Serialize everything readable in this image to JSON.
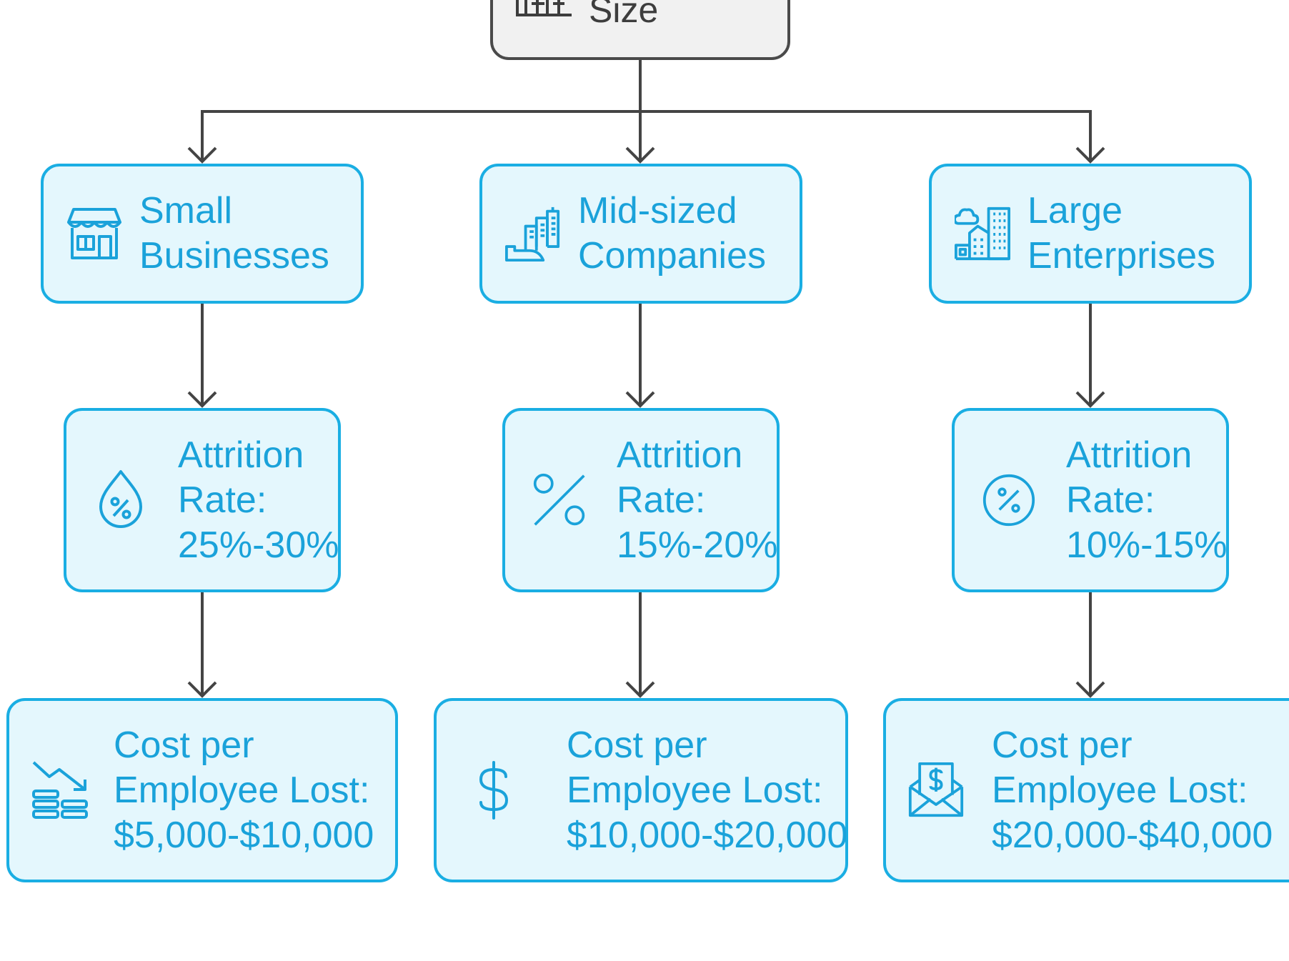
{
  "colors": {
    "node_border": "#1aaee3",
    "node_fill": "#e4f7fd",
    "node_text": "#1aa2da",
    "connector": "#444444",
    "root_border": "#4a4a4a",
    "root_fill": "#f1f1f1"
  },
  "root": {
    "label": "Size",
    "icon": "buildings-icon"
  },
  "sizes": [
    {
      "label_line1": "Small",
      "label_line2": "Businesses",
      "icon": "storefront-icon"
    },
    {
      "label_line1": "Mid-sized",
      "label_line2": "Companies",
      "icon": "office-buildings-icon"
    },
    {
      "label_line1": "Large",
      "label_line2": "Enterprises",
      "icon": "city-skyline-icon"
    }
  ],
  "attrition": [
    {
      "line1": "Attrition",
      "line2": "Rate:",
      "value": "25%-30%",
      "icon": "percent-drop-icon"
    },
    {
      "line1": "Attrition",
      "line2": "Rate:",
      "value": "15%-20%",
      "icon": "percent-icon"
    },
    {
      "line1": "Attrition",
      "line2": "Rate:",
      "value": "10%-15%",
      "icon": "percent-circle-icon"
    }
  ],
  "costs": [
    {
      "line1": "Cost per",
      "line2": "Employee Lost:",
      "value": "$5,000-$10,000",
      "icon": "money-decline-icon"
    },
    {
      "line1": "Cost per",
      "line2": "Employee Lost:",
      "value": "$10,000-$20,000",
      "icon": "dollar-icon"
    },
    {
      "line1": "Cost per",
      "line2": "Employee Lost:",
      "value": "$20,000-$40,000",
      "icon": "money-envelope-icon"
    }
  ]
}
